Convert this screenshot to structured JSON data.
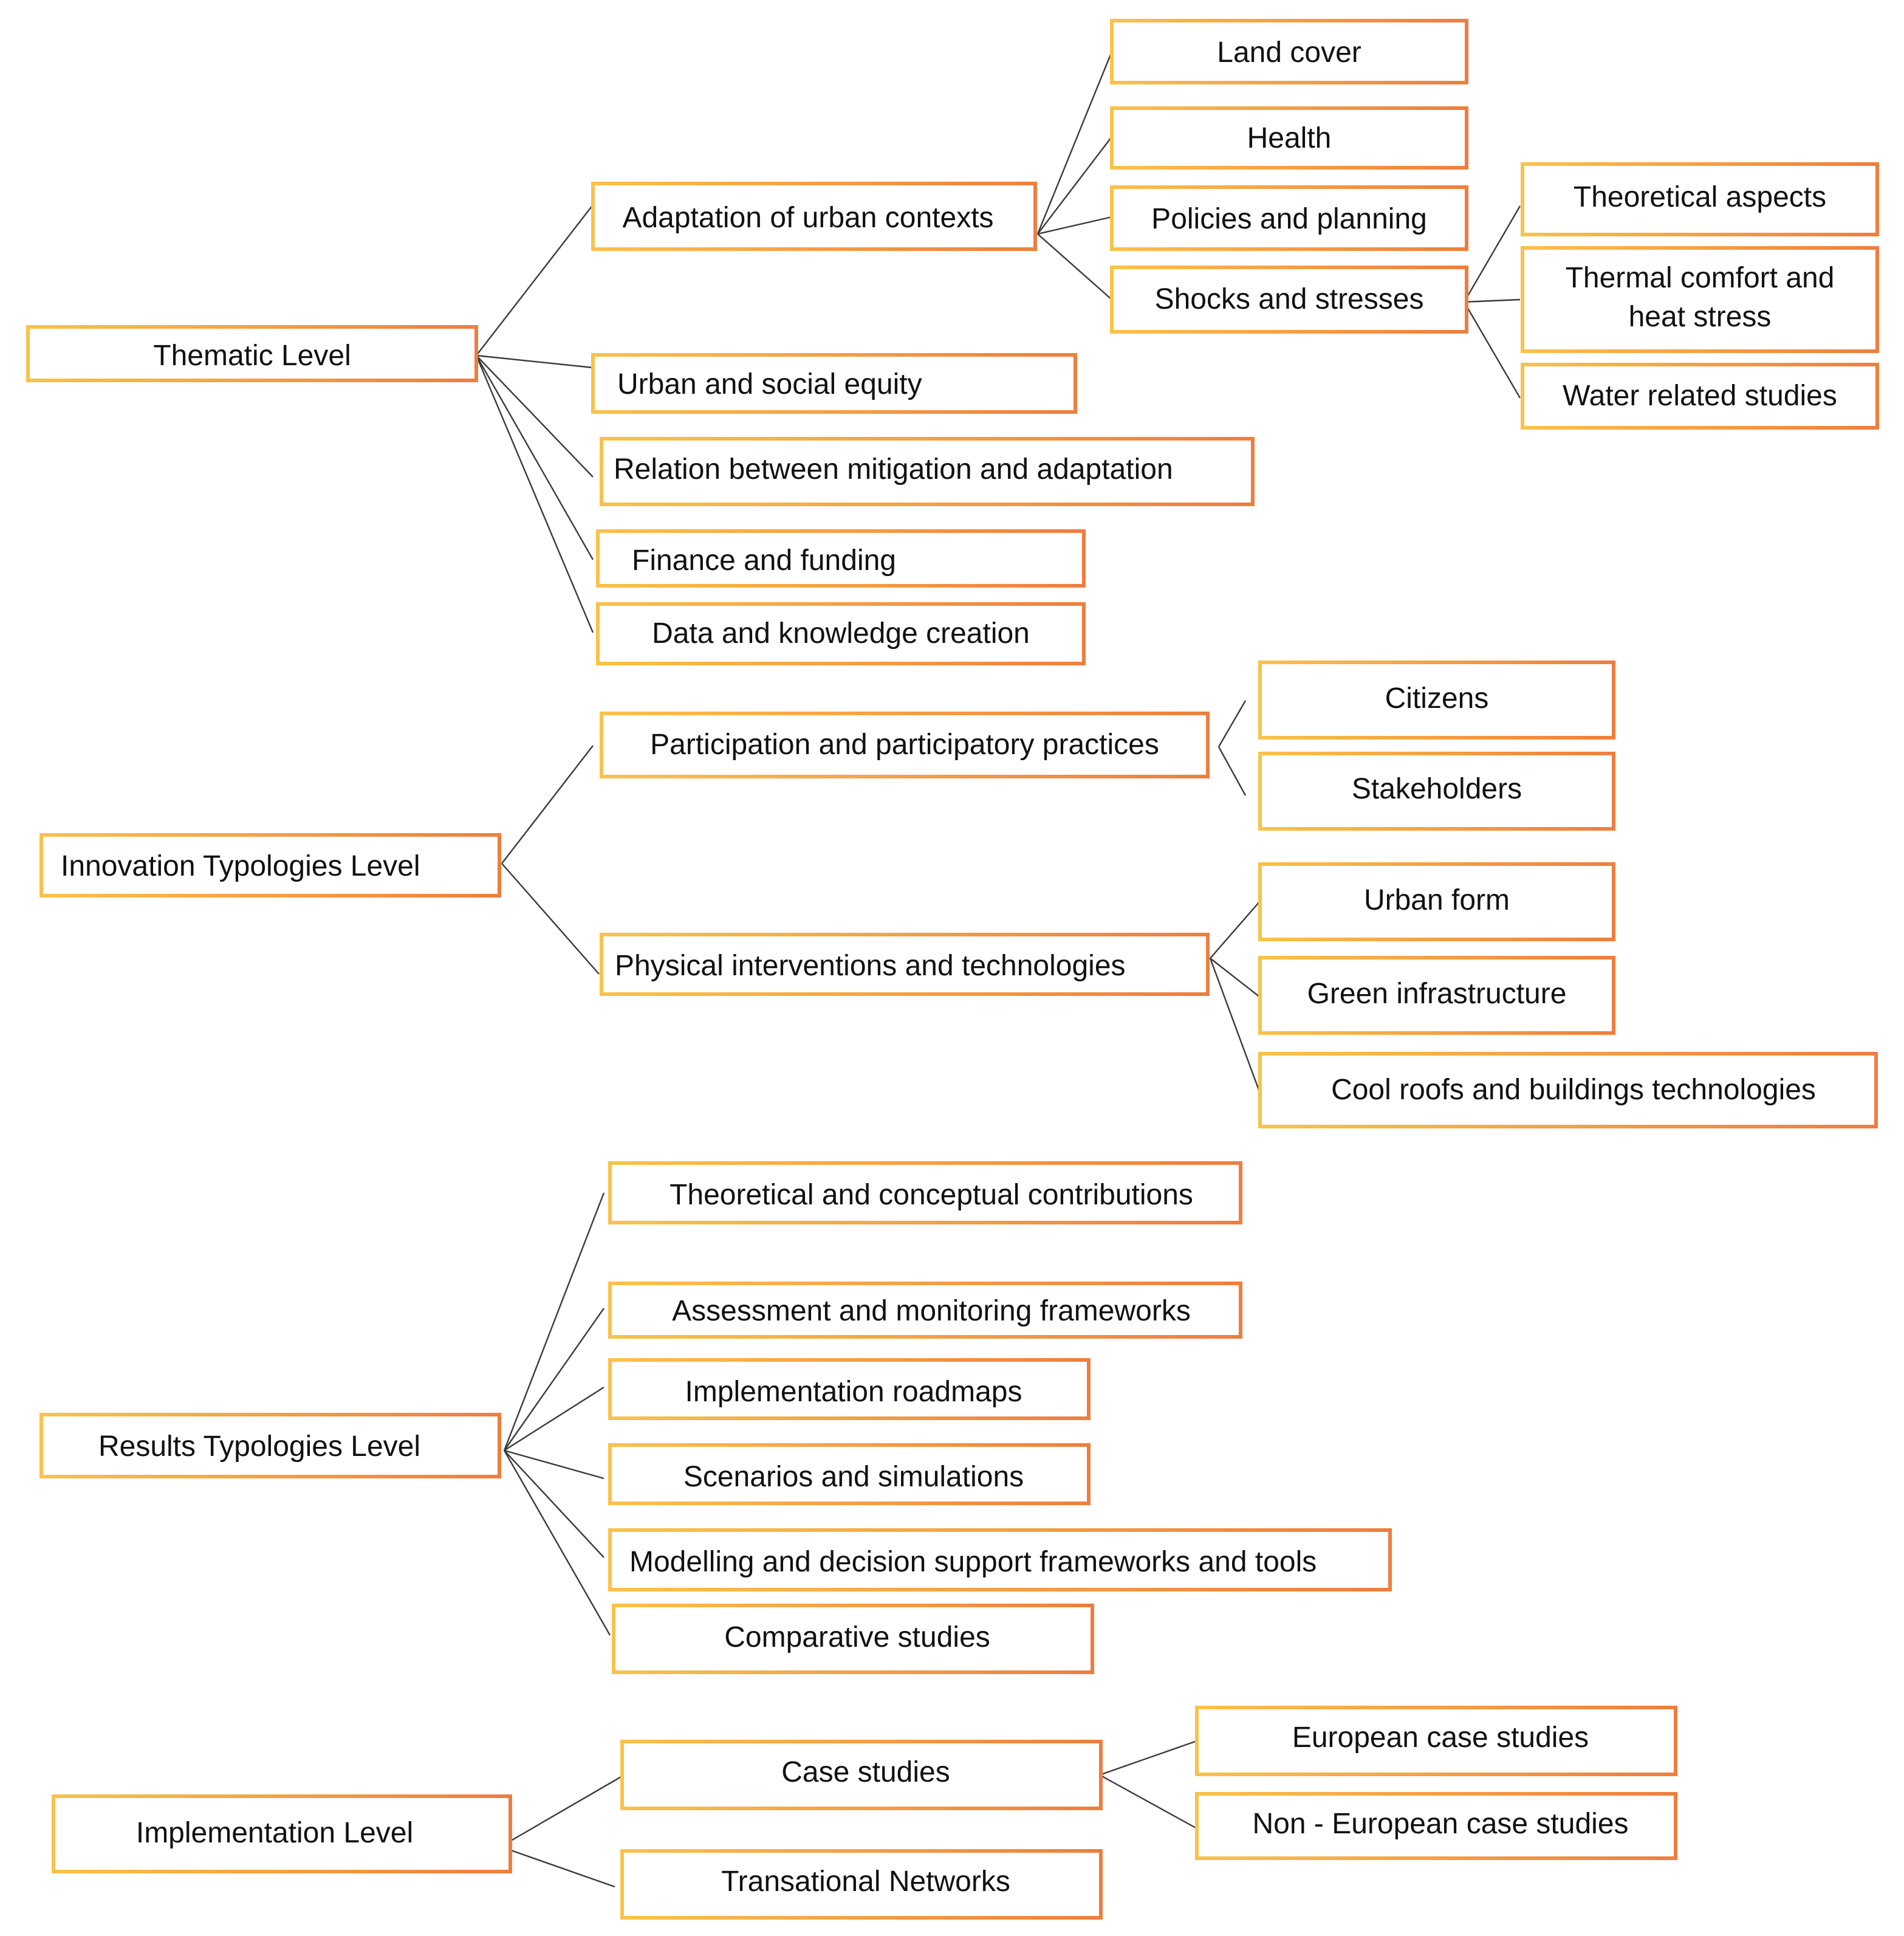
{
  "colors": {
    "border_start": "#f9c24a",
    "border_end": "#ee7e3f",
    "connector": "#3a3a3a",
    "text": "#111111"
  },
  "nodes": {
    "thematic": "Thematic Level",
    "adaptation": "Adaptation of urban contexts",
    "land_cover": "Land cover",
    "health": "Health",
    "policies": "Policies and planning",
    "shocks": "Shocks and stresses",
    "theoretical_aspects": "Theoretical aspects",
    "thermal_line1": "Thermal comfort and",
    "thermal_line2": "heat stress",
    "water": "Water related studies",
    "equity": "Urban and social equity",
    "mitigation": "Relation between mitigation and adaptation",
    "finance": "Finance and funding",
    "data_knowledge": "Data and knowledge creation",
    "innovation": "Innovation Typologies Level",
    "participation": "Participation and participatory practices",
    "citizens": "Citizens",
    "stakeholders": "Stakeholders",
    "physical": "Physical interventions and technologies",
    "urban_form": "Urban form",
    "green_infra": "Green infrastructure",
    "cool_roofs": "Cool roofs and buildings technologies",
    "results": "Results Typologies Level",
    "theoretical_contrib": "Theoretical and conceptual contributions",
    "assessment": "Assessment and monitoring frameworks",
    "roadmaps": "Implementation roadmaps",
    "scenarios": "Scenarios and simulations",
    "modelling": "Modelling and decision support frameworks and tools",
    "comparative": "Comparative studies",
    "implementation": "Implementation Level",
    "case_studies": "Case studies",
    "european": "European case studies",
    "non_european": "Non - European case studies",
    "networks": "Transational Networks"
  }
}
